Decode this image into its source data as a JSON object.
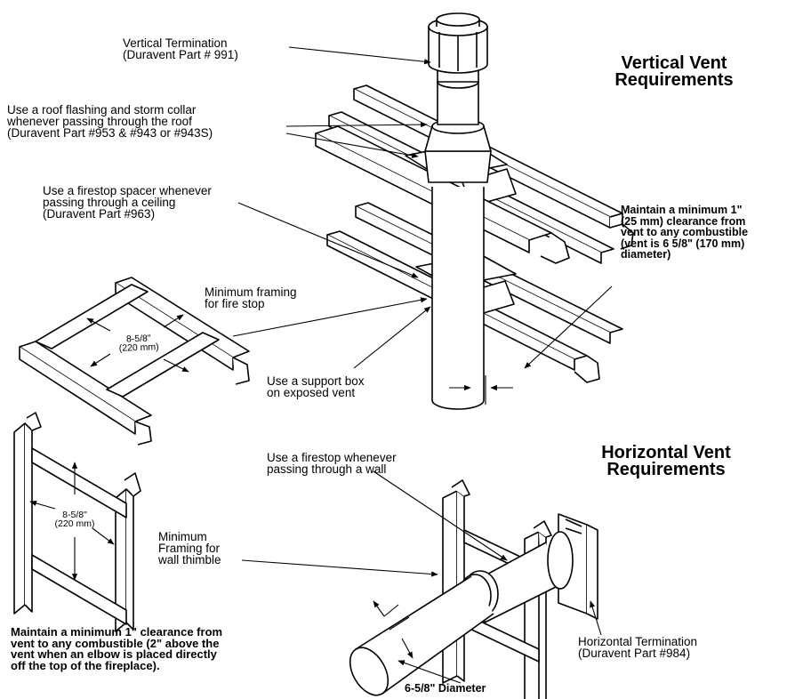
{
  "titles": {
    "vertical": "Vertical Vent\nRequirements",
    "horizontal": "Horizontal Vent\nRequirements"
  },
  "labels": {
    "vertical_termination": "Vertical Termination\n(Duravent Part # 991)",
    "roof_flashing": "Use a roof flashing and storm collar\nwhenever passing through the roof\n(Duravent Part #953 & #943 or #943S)",
    "firestop_spacer": "Use a firestop spacer whenever\npassing through a ceiling\n(Duravent Part #963)",
    "min_framing_firestop": "Minimum framing\nfor fire stop",
    "support_box": "Use a support box\non exposed vent",
    "clearance_vertical": "Maintain a minimum 1\"\n(25 mm) clearance from\nvent to any combustible\n(vent is 6 5/8\" (170 mm)\ndiameter)",
    "firestop_wall": "Use a firestop whenever\npassing through a wall",
    "min_framing_wall": "Minimum\nFraming for\nwall thimble",
    "clearance_horizontal": "Maintain a minimum 1\" clearance from\nvent to any combustible  (2\" above the\nvent when an elbow is placed directly\noff the top of the fireplace).",
    "horizontal_termination": "Horizontal Termination\n(Duravent Part #984)",
    "diameter": "6-5/8\" Diameter"
  },
  "dimensions": {
    "frame_top": "8-5/8\"\n(220 mm)",
    "frame_side": "8-5/8\"\n(220 mm)"
  }
}
